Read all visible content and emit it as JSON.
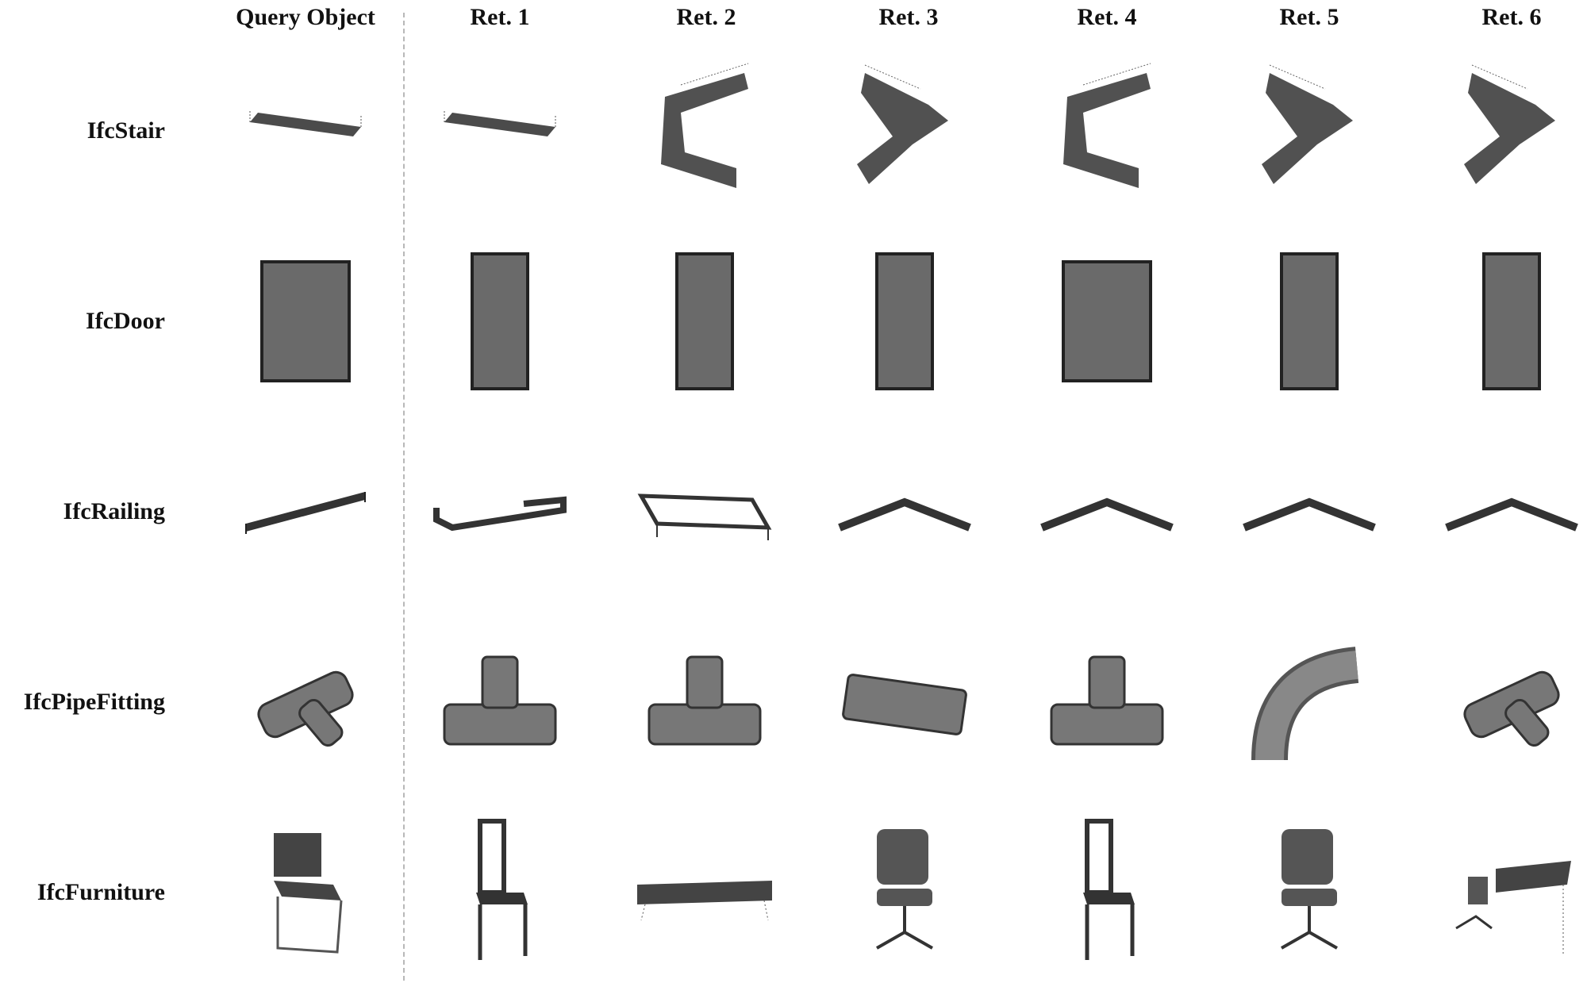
{
  "columns": {
    "query": "Query Object",
    "ret1": "Ret. 1",
    "ret2": "Ret. 2",
    "ret3": "Ret. 3",
    "ret4": "Ret. 4",
    "ret5": "Ret. 5",
    "ret6": "Ret. 6"
  },
  "rows": [
    {
      "label": "IfcStair",
      "icons": [
        "flat-stair",
        "flat-stair",
        "l-stair",
        "v-stair",
        "l-stair",
        "v-stair",
        "v-stair"
      ]
    },
    {
      "label": "IfcDoor",
      "icons": [
        "wide-door",
        "narrow-door",
        "narrow-door",
        "narrow-door",
        "wide-door",
        "narrow-door",
        "narrow-door"
      ]
    },
    {
      "label": "IfcRailing",
      "icons": [
        "straight-railing",
        "u-railing",
        "box-railing",
        "angled-railing",
        "angled-railing",
        "angled-railing",
        "angled-railing"
      ]
    },
    {
      "label": "IfcPipeFitting",
      "icons": [
        "wye-fitting",
        "tee-fitting",
        "tee-fitting",
        "straight-fitting",
        "tee-fitting",
        "elbow-fitting",
        "wye-fitting"
      ]
    },
    {
      "label": "IfcFurniture",
      "icons": [
        "cantilever-chair",
        "tall-chair",
        "table-set",
        "office-chair",
        "tall-chair",
        "office-chair",
        "chair-desk"
      ]
    }
  ],
  "colors": {
    "points": "#2b2b2b",
    "divider": "#b8b8b8"
  }
}
